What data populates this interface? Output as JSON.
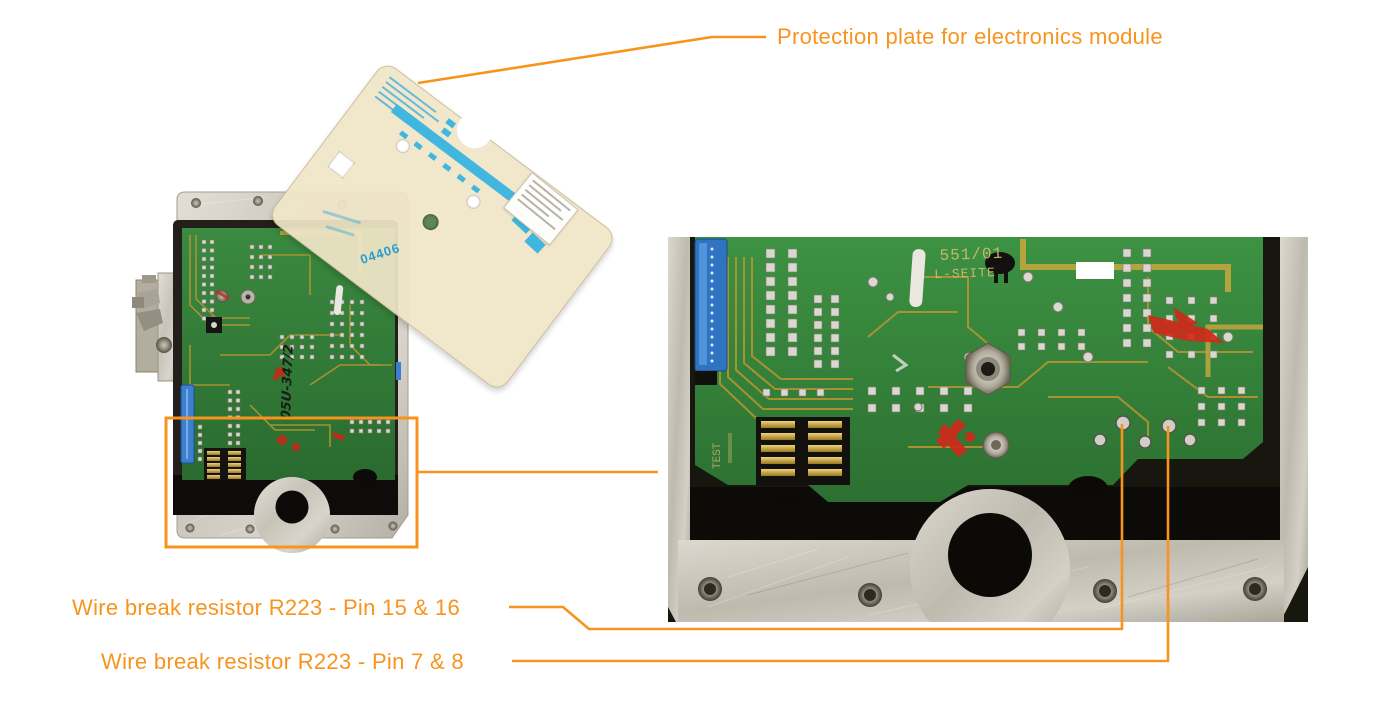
{
  "annotations": {
    "protection_plate": "Protection plate for electronics module",
    "pin15_16": "Wire break resistor R223 - Pin 15 & 16",
    "pin7_8": "Wire break resistor R223 - Pin 7 & 8"
  },
  "left_photo": {
    "handwritten_id": "05U-347/2"
  },
  "right_photo": {
    "silkscreen_id": "551/01",
    "silkscreen_side": "L-SEITE",
    "silkscreen_test": "TEST"
  },
  "plate": {
    "handwritten_marking": "04406"
  },
  "colors": {
    "annotation_orange": "#F7941E",
    "pcb_green": "#2F7F34",
    "plate_cream": "#EFE4C4",
    "plate_cyan": "#41B6DF",
    "metal_gray": "#C7C2B8"
  }
}
